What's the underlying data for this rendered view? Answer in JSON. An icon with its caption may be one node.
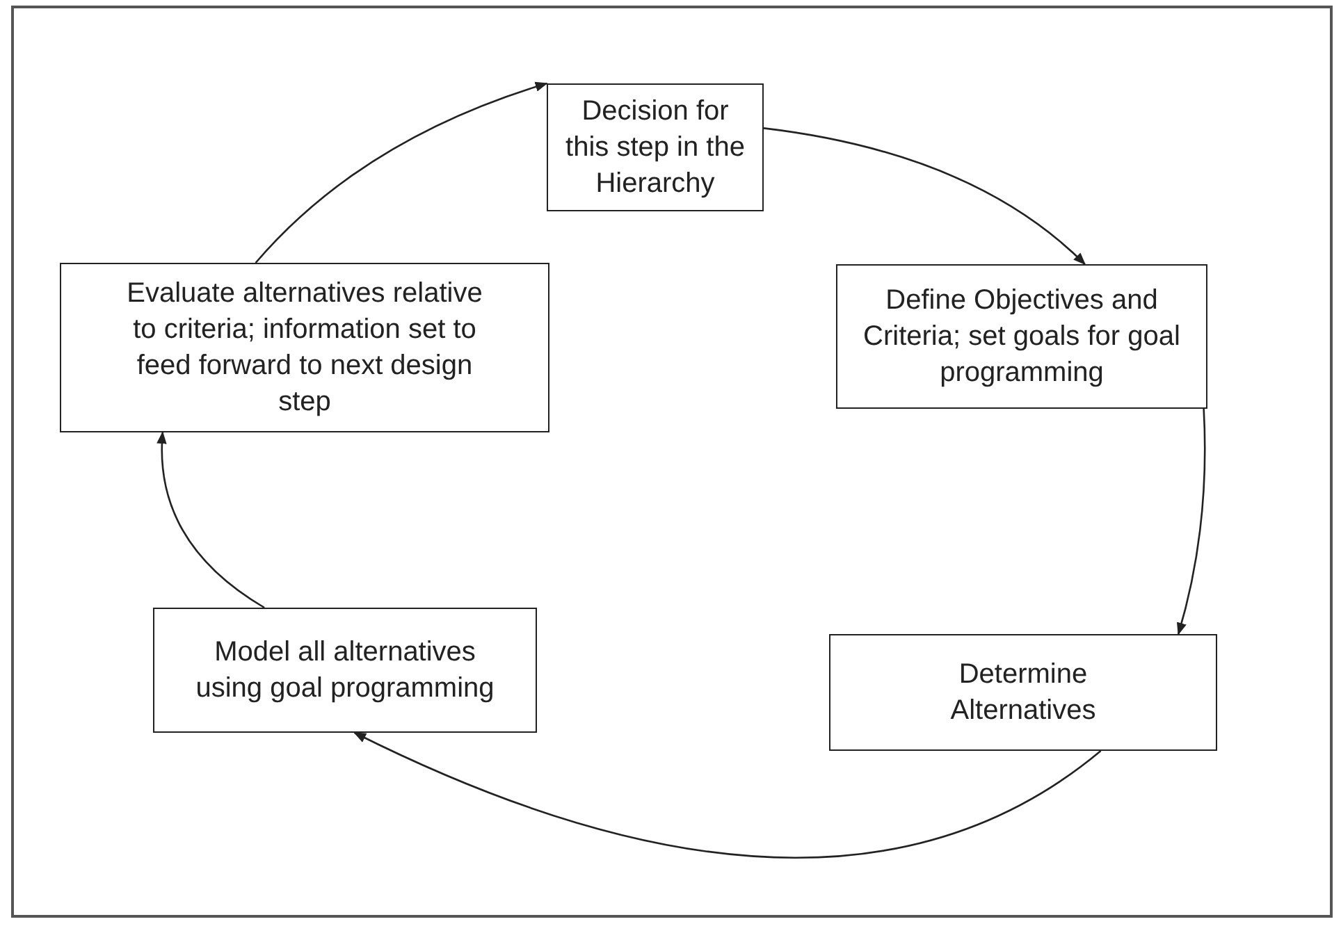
{
  "diagram": {
    "nodes": [
      {
        "text": [
          "Decision for this step in the Hierarchy"
        ]
      },
      {
        "text": [
          "Define Objectives and Criteria; set goals for goal programming"
        ]
      },
      {
        "text": [
          "Determine Alternatives"
        ]
      },
      {
        "text": [
          "Model all alternatives using goal programming"
        ]
      },
      {
        "text": [
          "Evaluate alternatives relative to criteria; information set to feed forward to next design step"
        ]
      }
    ],
    "edges": [
      {
        "from": 0,
        "to": 1,
        "arrow": "to"
      },
      {
        "from": 1,
        "to": 2,
        "arrow": "to"
      },
      {
        "from": 2,
        "to": 3,
        "arrow": "to"
      },
      {
        "from": 3,
        "to": 4,
        "arrow": "to"
      },
      {
        "from": 4,
        "to": 0,
        "arrow": "to"
      }
    ]
  }
}
